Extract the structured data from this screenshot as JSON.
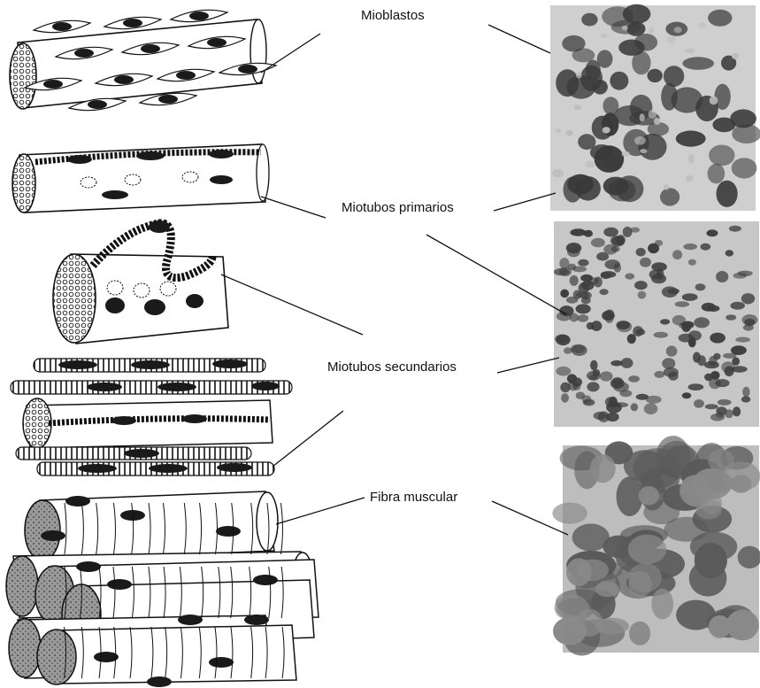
{
  "stages": [
    {
      "id": "mioblastos",
      "label": "Mioblastos"
    },
    {
      "id": "miotubos-primarios",
      "label": "Miotubos primarios"
    },
    {
      "id": "miotubos-secundarios",
      "label": "Miotubos secundarios"
    },
    {
      "id": "fibra-muscular",
      "label": "Fibra muscular"
    }
  ],
  "colors": {
    "ink": "#111111",
    "nucleus": "#1a1a1a",
    "end_face": "#8c8c8c",
    "micrograph_base": "#c4c4c4",
    "micrograph_dark": "#3a3a3a"
  }
}
